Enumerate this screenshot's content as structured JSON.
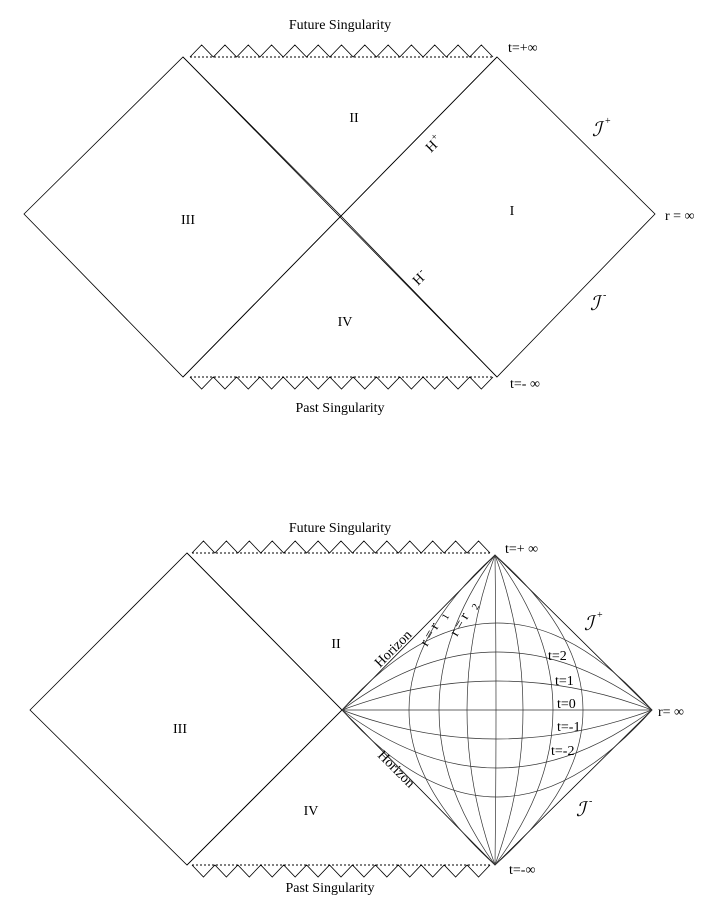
{
  "top_diagram": {
    "future_singularity": "Future Singularity",
    "past_singularity": "Past Singularity",
    "t_plus_inf": "t=+∞",
    "t_minus_inf": "t=- ∞",
    "r_inf": "r  = ∞",
    "region_I": "I",
    "region_II": "II",
    "region_III": "III",
    "region_IV": "IV",
    "h_plus": "H",
    "h_plus_sup": "+",
    "h_minus": "H",
    "h_minus_sup": "-",
    "scri_plus": "ℐ",
    "scri_plus_sup": "+",
    "scri_minus": "ℐ",
    "scri_minus_sup": "-"
  },
  "bottom_diagram": {
    "future_singularity": "Future Singularity",
    "past_singularity": "Past Singularity",
    "t_plus_inf": "t=+ ∞",
    "t_minus_inf": "t=-∞",
    "r_inf": "r= ∞",
    "region_II": "II",
    "region_III": "III",
    "region_IV": "IV",
    "horizon_upper": "Horizon",
    "horizon_lower": "Horizon",
    "r_eq_r1": "r = r",
    "r1_sub": "1",
    "r_eq_r2": "r = r",
    "r2_sub": "2",
    "t_labels": [
      "t=2",
      "t=1",
      "t=0",
      "t=-1",
      "t=-2"
    ],
    "scri_plus": "ℐ",
    "scri_plus_sup": "+",
    "scri_minus": "ℐ",
    "scri_minus_sup": "-"
  }
}
